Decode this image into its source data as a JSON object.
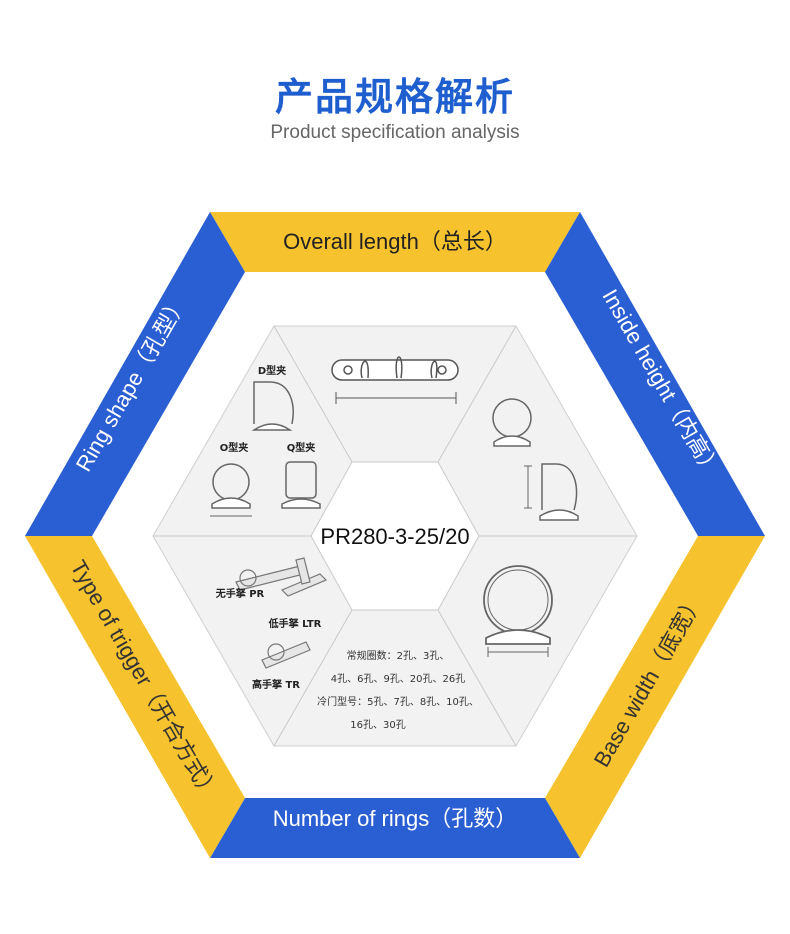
{
  "header": {
    "title": "产品规格解析",
    "subtitle": "Product specification analysis"
  },
  "colors": {
    "blue": "#2a5ed3",
    "yellow": "#f6c22d",
    "title_blue": "#1f5ecf",
    "cell_bg": "#f2f2f2",
    "line": "#c9c9c9"
  },
  "frame_labels": {
    "top": "Overall length（总长）",
    "upper_right": "Inside height（内高）",
    "lower_right": "Base width（底宽）",
    "bottom": "Number of rings（孔数）",
    "lower_left": "Type of trigger（开合方式）",
    "upper_left": "Ring shape（孔型）"
  },
  "center": {
    "model": "PR280-3-25/20"
  },
  "ring_shapes": {
    "d": "D型夹",
    "o": "O型夹",
    "q": "Q型夹"
  },
  "triggers": {
    "pr": "无手拏 PR",
    "ltr": "低手拏 LTR",
    "tr": "高手拏 TR"
  },
  "ring_counts": {
    "line1": "常规圈数：2孔、3孔、",
    "line2": "4孔、6孔、9孔、20孔、26孔",
    "line3": "冷门型号：5孔、7孔、8孔、10孔、",
    "line4": "16孔、30孔"
  },
  "icons": [
    "binder-mechanism-icon",
    "o-ring-icon",
    "d-ring-icon",
    "q-ring-icon",
    "trigger-icon"
  ]
}
